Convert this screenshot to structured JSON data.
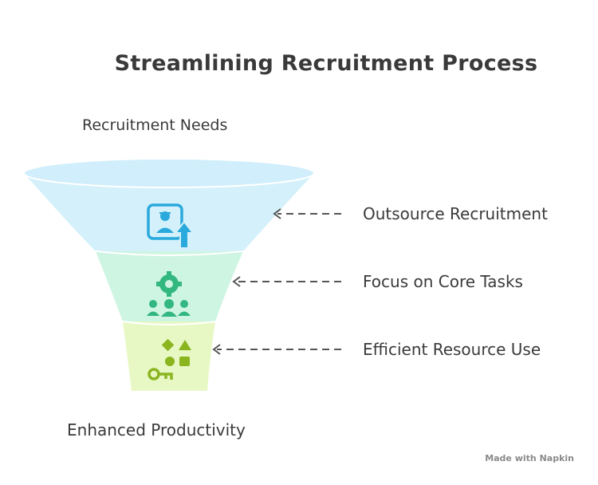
{
  "title": "Streamlining Recruitment Process",
  "top_label": "Recruitment Needs",
  "bottom_label": "Enhanced Productivity",
  "stages": [
    {
      "label": "Outsource Recruitment",
      "icon": "user-upload-icon",
      "color": "#d4f1fb",
      "icon_color": "#2aa9dc"
    },
    {
      "label": "Focus on Core Tasks",
      "icon": "team-gear-icon",
      "color": "#cdf5e2",
      "icon_color": "#33b780"
    },
    {
      "label": "Efficient Resource Use",
      "icon": "shapes-key-icon",
      "color": "#e8f8c4",
      "icon_color": "#8ab51f"
    }
  ],
  "watermark": "Made with Napkin"
}
